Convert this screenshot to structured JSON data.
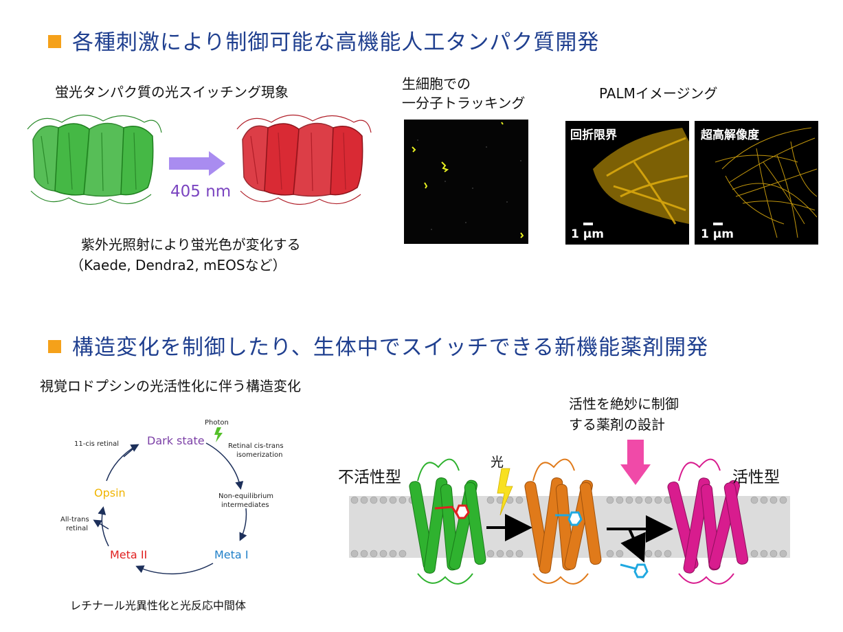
{
  "section1": {
    "title": "各種刺激により制御可能な高機能人工タンパク質開発",
    "switch_title": "蛍光タンパク質の光スイッチング現象",
    "arrow_label": "405 nm",
    "caption_line1": "紫外光照射により蛍光色が変化する",
    "caption_line2": "（Kaede, Dendra2, mEOSなど）",
    "tracking_title_line1": "生細胞での",
    "tracking_title_line2": "一分子トラッキング",
    "palm_title": "PALMイメージング",
    "panel_left_label": "回折限界",
    "panel_right_label": "超高解像度",
    "scale_label": "1 µm",
    "colors": {
      "green": "#3aa63a",
      "red": "#d0242e",
      "arrow": "#a98cf0",
      "gold": "#f1b710"
    }
  },
  "section2": {
    "title": "構造変化を制御したり、生体中でスイッチできる新機能薬剤開発",
    "rhodopsin_title": "視覚ロドプシンの光活性化に伴う構造変化",
    "cycle": {
      "photon": "Photon",
      "dark_state": "Dark state",
      "cis_trans_line1": "Retinal cis-trans",
      "cis_trans_line2": "isomerization",
      "noneq_line1": "Non-equilibrium",
      "noneq_line2": "intermediates",
      "meta1": "Meta I",
      "meta2": "Meta II",
      "alltrans_line1": "All-trans",
      "alltrans_line2": "retinal",
      "opsin": "Opsin",
      "cis11": "11-cis retinal",
      "colors": {
        "dark_state": "#7b3fa6",
        "meta1": "#1f7fc8",
        "meta2": "#e02020",
        "opsin": "#f0b400"
      }
    },
    "cycle_caption": "レチナール光異性化と光反応中間体",
    "drug_line1": "活性を絶妙に制御",
    "drug_line2": "する薬剤の設計",
    "inactive": "不活性型",
    "active": "活性型",
    "light": "光",
    "colors": {
      "inactive": "#2fb22f",
      "intermediate": "#e07a1a",
      "active": "#d81c8e",
      "ligand": "#1fa8e0",
      "drug_arrow": "#f04aa8"
    }
  }
}
